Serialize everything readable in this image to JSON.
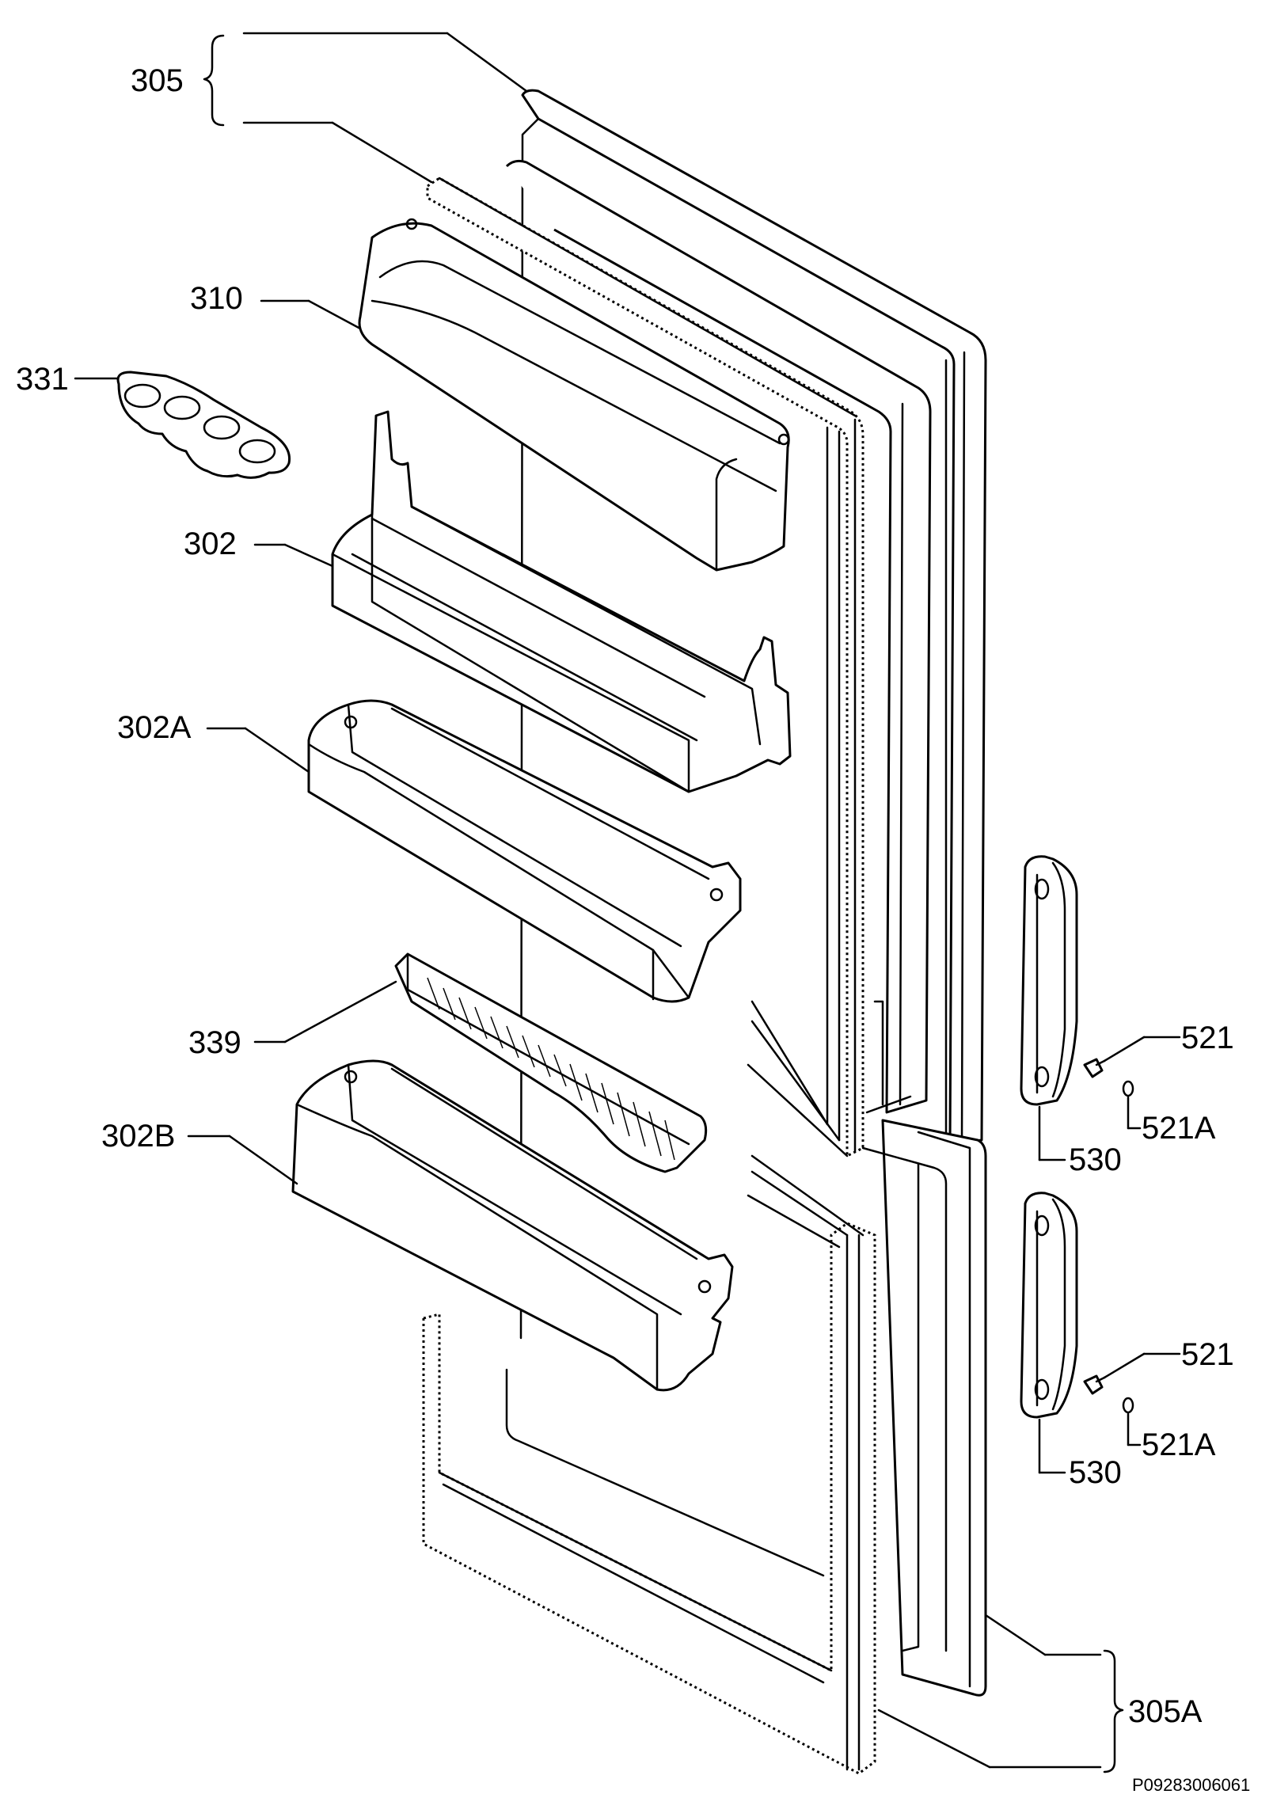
{
  "diagram": {
    "labels": {
      "door_top": "305",
      "door_bottom": "305A",
      "cover": "310",
      "egg_tray": "331",
      "shelf": "302",
      "shelf_a": "302A",
      "shelf_b": "302B",
      "bottle_guard": "339",
      "screw_1": "521",
      "washer_1": "521A",
      "handle_1": "530",
      "screw_2": "521",
      "washer_2": "521A",
      "handle_2": "530"
    },
    "drawing_code": "P09283006061"
  }
}
